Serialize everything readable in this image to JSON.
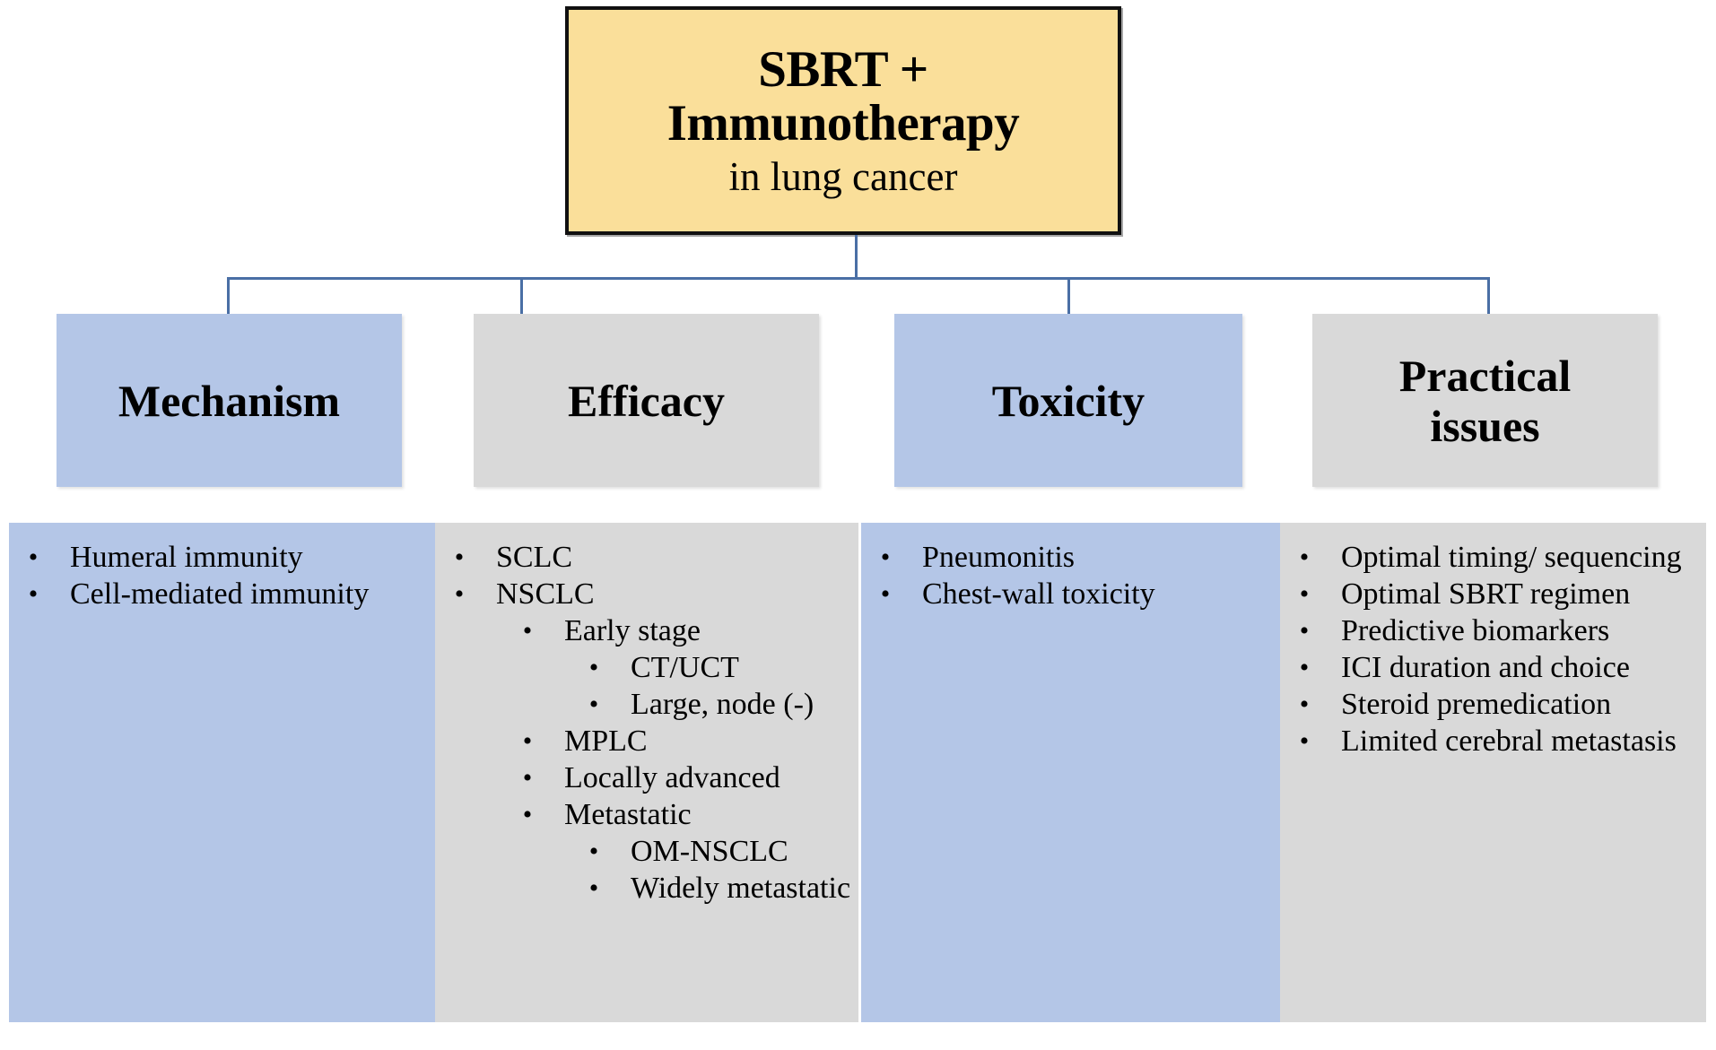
{
  "diagram": {
    "root": {
      "title": "SBRT + Immunotherapy",
      "title_line1": "SBRT +",
      "title_line2": "Immunotherapy",
      "subtitle": "in lung cancer",
      "fill_color": "#FADF9A",
      "border_color": "#111111"
    },
    "colors": {
      "blue": "#B4C6E7",
      "gray": "#D9D9D9",
      "connector": "#4A6FA5",
      "text": "#000000"
    },
    "branches": [
      {
        "id": "mechanism",
        "header": "Mechanism",
        "header_fill": "#B4C6E7",
        "panel_fill": "#B4C6E7",
        "items": [
          {
            "level": 1,
            "text": "Humeral immunity"
          },
          {
            "level": 1,
            "text": "Cell-mediated immunity"
          }
        ]
      },
      {
        "id": "efficacy",
        "header": "Efficacy",
        "header_fill": "#D9D9D9",
        "panel_fill": "#D9D9D9",
        "items": [
          {
            "level": 1,
            "text": "SCLC"
          },
          {
            "level": 1,
            "text": "NSCLC"
          },
          {
            "level": 2,
            "text": "Early stage"
          },
          {
            "level": 3,
            "text": "CT/UCT"
          },
          {
            "level": 3,
            "text": "Large, node (-)"
          },
          {
            "level": 2,
            "text": "MPLC"
          },
          {
            "level": 2,
            "text": "Locally advanced"
          },
          {
            "level": 2,
            "text": "Metastatic"
          },
          {
            "level": 3,
            "text": "OM-NSCLC"
          },
          {
            "level": 3,
            "text": "Widely metastatic"
          }
        ]
      },
      {
        "id": "toxicity",
        "header": "Toxicity",
        "header_fill": "#B4C6E7",
        "panel_fill": "#B4C6E7",
        "items": [
          {
            "level": 1,
            "text": "Pneumonitis"
          },
          {
            "level": 1,
            "text": "Chest-wall toxicity"
          }
        ]
      },
      {
        "id": "practical-issues",
        "header": "Practical issues",
        "header_line1": "Practical",
        "header_line2": "issues",
        "header_fill": "#D9D9D9",
        "panel_fill": "#D9D9D9",
        "items": [
          {
            "level": 1,
            "text": "Optimal timing/ sequencing"
          },
          {
            "level": 1,
            "text": "Optimal SBRT regimen"
          },
          {
            "level": 1,
            "text": "Predictive biomarkers"
          },
          {
            "level": 1,
            "text": "ICI duration and choice"
          },
          {
            "level": 1,
            "text": "Steroid premedication"
          },
          {
            "level": 1,
            "text": "Limited cerebral metastasis"
          }
        ]
      }
    ],
    "bullet_glyph": "•"
  }
}
